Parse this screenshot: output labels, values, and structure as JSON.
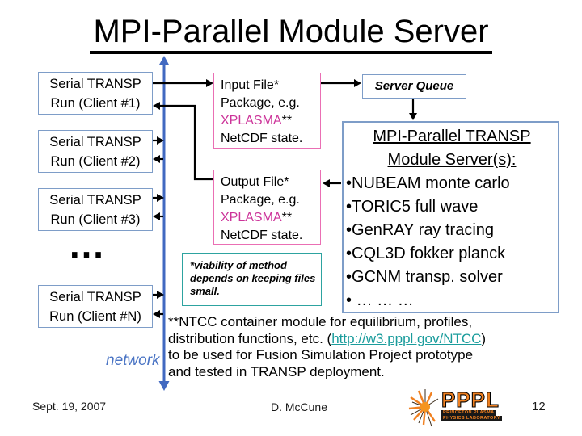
{
  "slide": {
    "title": "MPI-Parallel Module Server",
    "date": "Sept. 19, 2007",
    "author": "D. McCune",
    "page_number": "12"
  },
  "clients": {
    "boxes": [
      {
        "line1": "Serial TRANSP",
        "line2": "Run (Client #1)"
      },
      {
        "line1": "Serial TRANSP",
        "line2": "Run (Client #2)"
      },
      {
        "line1": "Serial TRANSP",
        "line2": "Run (Client #3)"
      },
      {
        "line1": "Serial TRANSP",
        "line2": "Run (Client #N)"
      }
    ],
    "ellipsis": "…",
    "network_label": "network"
  },
  "files": {
    "input": {
      "line1": "Input File*",
      "line2": "Package, e.g.",
      "highlight": "XPLASMA",
      "stars": "**",
      "line4": "NetCDF state."
    },
    "output": {
      "line1": "Output File*",
      "line2": "Package, e.g.",
      "highlight": "XPLASMA",
      "stars": "**",
      "line4": "NetCDF state."
    }
  },
  "server": {
    "queue_label": "Server Queue",
    "title_line1": "MPI-Parallel TRANSP",
    "title_line2": "Module Server(s):",
    "bullet": "•",
    "modules": [
      "NUBEAM monte carlo",
      "TORIC5 full wave",
      "GenRAY ray tracing",
      "CQL3D fokker planck",
      "GCNM transp. solver",
      "… … …"
    ]
  },
  "notes": {
    "viability": "*viability of method depends on keeping files small.",
    "ntcc_line1": "**NTCC container module for equilibrium, profiles,",
    "ntcc_line2_before": "distribution functions, etc. (",
    "ntcc_link": "http://w3.pppl.gov/NTCC",
    "ntcc_line2_after": ")",
    "ntcc_line3": "to be used for Fusion Simulation Project prototype",
    "ntcc_line4": "and tested in TRANSP deployment."
  },
  "logo": {
    "name": "PPPL",
    "subtitle_line1": "PRINCETON PLASMA",
    "subtitle_line2": "PHYSICS LABORATORY"
  },
  "colors": {
    "client_border": "#7e9dc8",
    "network_line": "#4169c1",
    "file_border": "#ea6fb4",
    "xplasma_text": "#cc3399",
    "note_border": "#2da3a0",
    "link": "#1a9c9c",
    "network_label": "#4a74c4",
    "logo_orange": "#f08020"
  }
}
